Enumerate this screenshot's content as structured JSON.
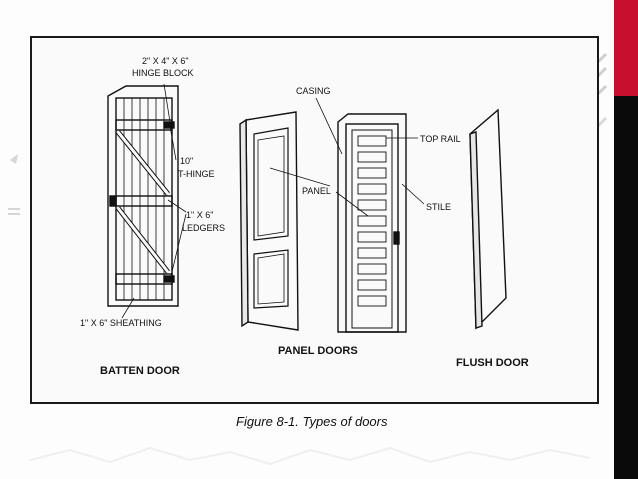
{
  "figure": {
    "caption": "Figure 8-1.  Types of doors",
    "batten": {
      "title": "BATTEN DOOR",
      "hinge_block": "2\" x 4\" x 6\"",
      "hinge_block_2": "HINGE BLOCK",
      "thinge_1": "10\"",
      "thinge_2": "T-HINGE",
      "ledgers_1": "1\" x 6\"",
      "ledgers_2": "LEDGERS",
      "sheathing": "1\" x 6\" SHEATHING"
    },
    "panel": {
      "title": "PANEL DOORS",
      "casing": "CASING",
      "panel": "PANEL",
      "top_rail": "TOP RAIL",
      "stile": "STILE"
    },
    "flush": {
      "title": "FLUSH DOOR"
    }
  },
  "colors": {
    "accent_red": "#c8102e",
    "side_bar": "#0a0a0a",
    "line": "#111111"
  }
}
